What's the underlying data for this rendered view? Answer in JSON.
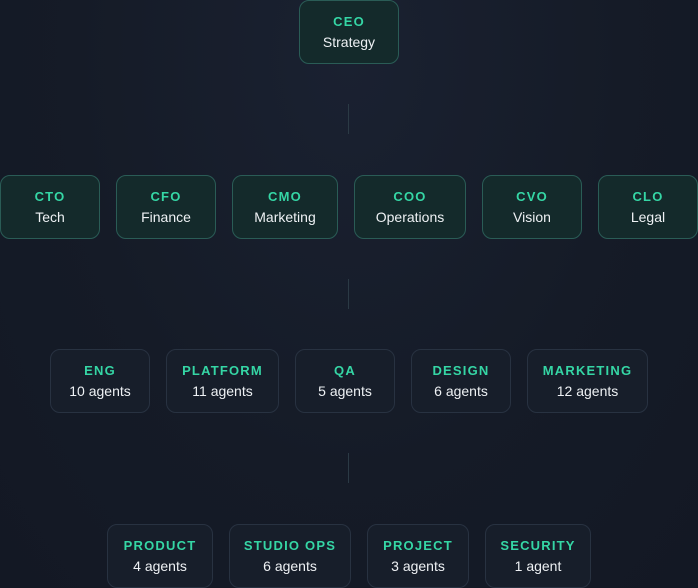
{
  "ceo": {
    "role": "CEO",
    "desc": "Strategy"
  },
  "executives": [
    {
      "role": "CTO",
      "desc": "Tech"
    },
    {
      "role": "CFO",
      "desc": "Finance"
    },
    {
      "role": "CMO",
      "desc": "Marketing"
    },
    {
      "role": "COO",
      "desc": "Operations"
    },
    {
      "role": "CVO",
      "desc": "Vision"
    },
    {
      "role": "CLO",
      "desc": "Legal"
    }
  ],
  "teams_row1": [
    {
      "role": "ENG",
      "desc": "10 agents"
    },
    {
      "role": "PLATFORM",
      "desc": "11 agents"
    },
    {
      "role": "QA",
      "desc": "5 agents"
    },
    {
      "role": "DESIGN",
      "desc": "6 agents"
    },
    {
      "role": "MARKETING",
      "desc": "12 agents"
    }
  ],
  "teams_row2": [
    {
      "role": "PRODUCT",
      "desc": "4 agents"
    },
    {
      "role": "STUDIO OPS",
      "desc": "6 agents"
    },
    {
      "role": "PROJECT",
      "desc": "3 agents"
    },
    {
      "role": "SECURITY",
      "desc": "1 agent"
    }
  ],
  "colors": {
    "accent": "#35d6a5",
    "background": "#151b27",
    "exec_fill": "#142a2b",
    "exec_border": "#2a5c56",
    "team_fill": "#171e2a",
    "team_border": "#283241"
  }
}
